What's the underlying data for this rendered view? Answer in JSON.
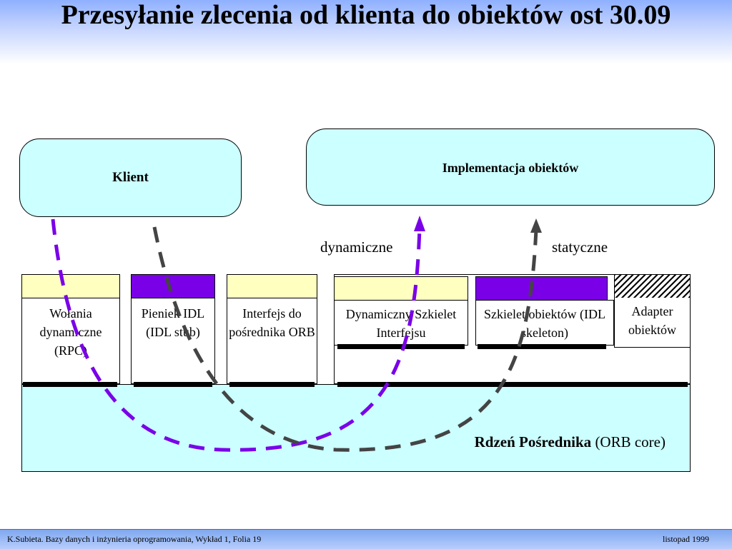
{
  "title": "Przesyłanie zlecenia od klienta do obiektów ost 30.09",
  "client_label": "Klient",
  "impl_label": "Implementacja obiektów",
  "label_dynamic": "dynamiczne",
  "label_static": "statyczne",
  "boxes": [
    {
      "text": "Wołania dynamiczne (RPC)"
    },
    {
      "text": "Pieniek IDL (IDL stub)"
    },
    {
      "text": "Interfejs do pośrednika ORB"
    },
    {
      "text": "Dynamiczny Szkielet Interfejsu"
    },
    {
      "text": "Szkielet obiektów (IDL skeleton)"
    },
    {
      "text": "Adapter obiektów"
    }
  ],
  "core_bold": "Rdzeń Pośrednika",
  "core_rest": " (ORB core)",
  "footer_left": "K.Subieta. Bazy danych i inżynieria oprogramowania, Wykład 1, Folia 19",
  "footer_right": "listopad 1999",
  "colors": {
    "cyan_fill": "#ccffff",
    "pale_yellow": "#ffffc0",
    "purple": "#7a00e8",
    "arrow_purple": "#7a00e8",
    "arrow_gray": "#444444"
  }
}
